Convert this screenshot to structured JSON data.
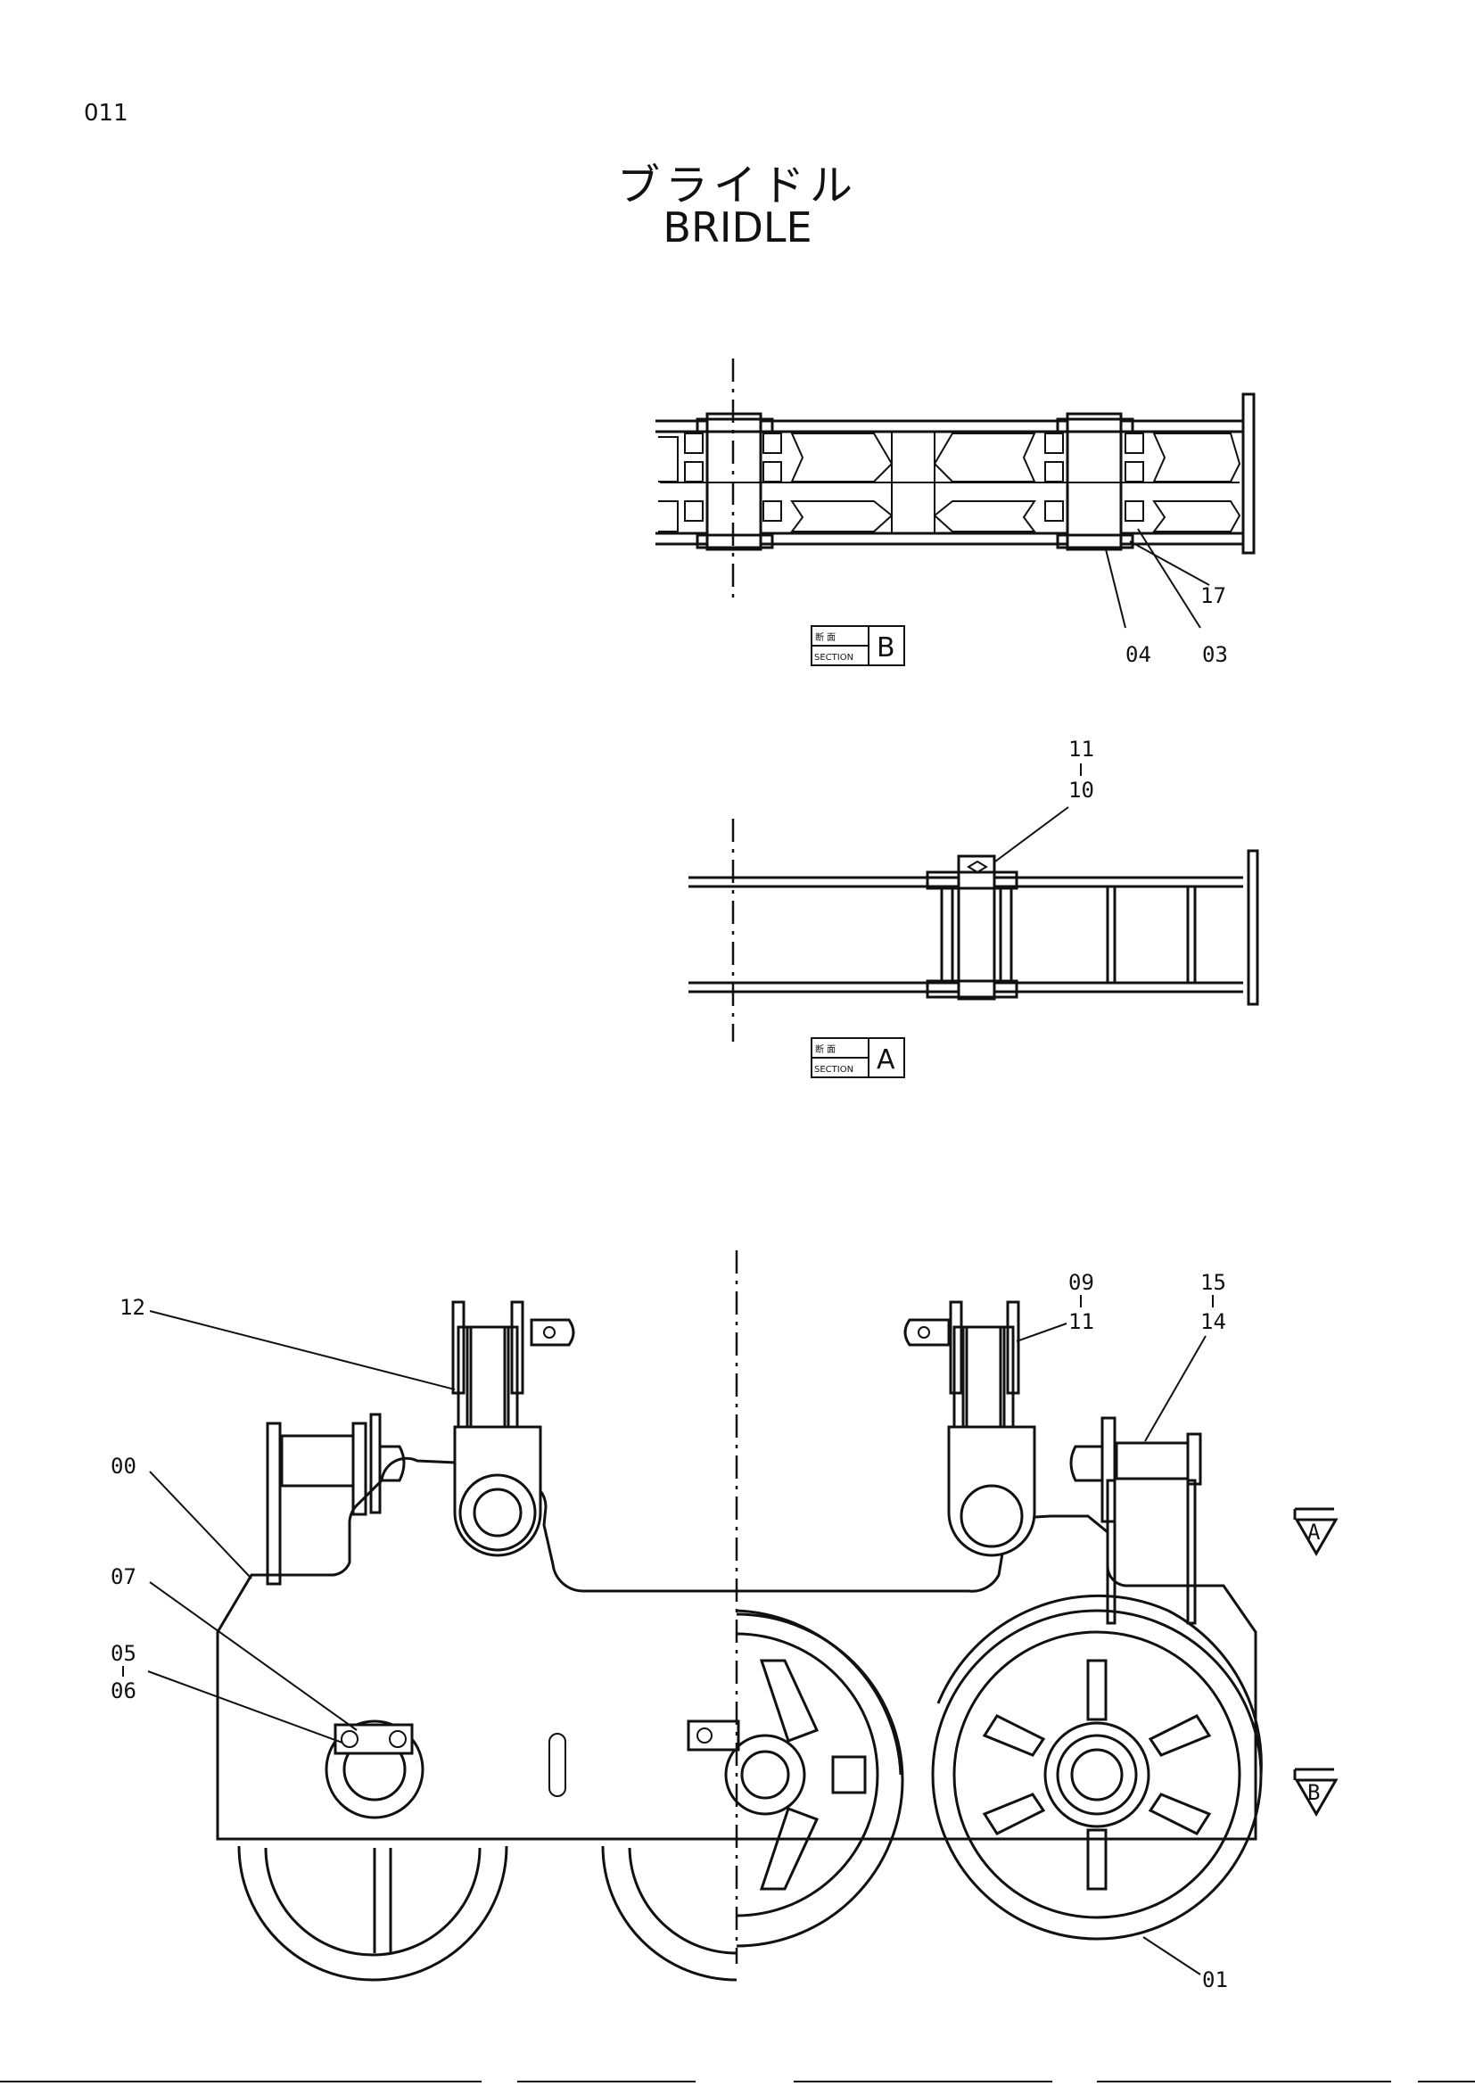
{
  "page": {
    "number": "011"
  },
  "title": {
    "ja": "ブライドル",
    "en": "BRIDLE"
  },
  "sections": {
    "b": {
      "ja": "断 面",
      "en": "SECTION",
      "letter": "B"
    },
    "a": {
      "ja": "断 面",
      "en": "SECTION",
      "letter": "A"
    }
  },
  "view_markers": {
    "a": "A",
    "b": "B"
  },
  "callouts": {
    "c17": "17",
    "c04": "04",
    "c03": "03",
    "c11_top": "11",
    "c10": "10",
    "c12": "12",
    "c09": "09",
    "c11_mid": "11",
    "c15": "15",
    "c14": "14",
    "c00": "00",
    "c07": "07",
    "c05": "05",
    "c06": "06",
    "c01": "01"
  }
}
